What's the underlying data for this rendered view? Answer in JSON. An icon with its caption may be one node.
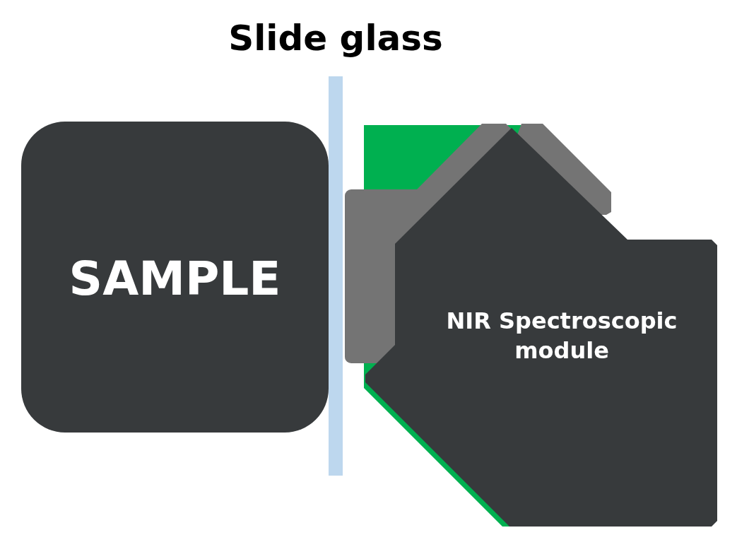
{
  "diagram": {
    "nodes": [
      {
        "text": [
          "SAMPLE"
        ]
      },
      {
        "text": [
          "Slide glass"
        ]
      },
      {
        "text": [
          "NIR Spectroscopic module"
        ]
      }
    ]
  }
}
